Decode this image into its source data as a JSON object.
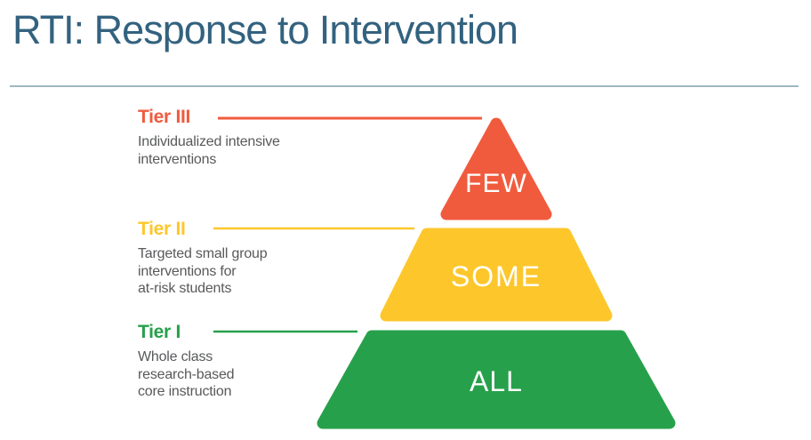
{
  "slide": {
    "title": "RTI: Response to Intervention"
  },
  "colors": {
    "title": "#33627F",
    "divider": "#9DB8C4",
    "description_text": "#58595B",
    "shape_label_text": "#FFFFFF",
    "background": "#FFFFFF"
  },
  "pyramid": {
    "tiers": [
      {
        "name": "Tier III",
        "description_lines": [
          "Individualized intensive",
          "interventions"
        ],
        "shape_label": "FEW",
        "color": "#F05B3E"
      },
      {
        "name": "Tier II",
        "description_lines": [
          "Targeted small group",
          "interventions for",
          "at-risk students"
        ],
        "shape_label": "SOME",
        "color": "#FDC72C"
      },
      {
        "name": "Tier I",
        "description_lines": [
          "Whole class",
          "research-based",
          "core instruction"
        ],
        "shape_label": "ALL",
        "color": "#27A04B"
      }
    ]
  }
}
